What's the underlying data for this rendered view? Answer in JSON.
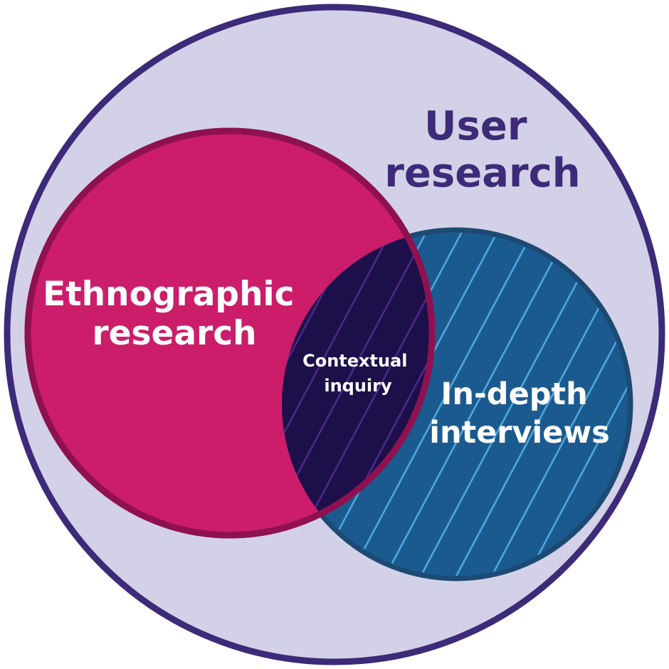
{
  "diagram": {
    "type": "venn",
    "sets": {
      "outer": {
        "label_lines": [
          "User",
          "research"
        ],
        "fill": "#d3d1e8",
        "stroke": "#3d2a78"
      },
      "left": {
        "label_lines": [
          "Ethnographic",
          "research"
        ],
        "fill": "#cc1d6a",
        "stroke": "#8f1150"
      },
      "right": {
        "label_lines": [
          "In-depth",
          "interviews"
        ],
        "fill": "#1b5a8e",
        "stroke": "#1c4a73",
        "pattern": "diagonal-stripes",
        "pattern_color": "#4da8df"
      },
      "intersection": {
        "label_lines": [
          "Contextual",
          "inquiry"
        ],
        "fill": "#1c0f4a",
        "pattern_color": "#4a2a86"
      }
    }
  }
}
